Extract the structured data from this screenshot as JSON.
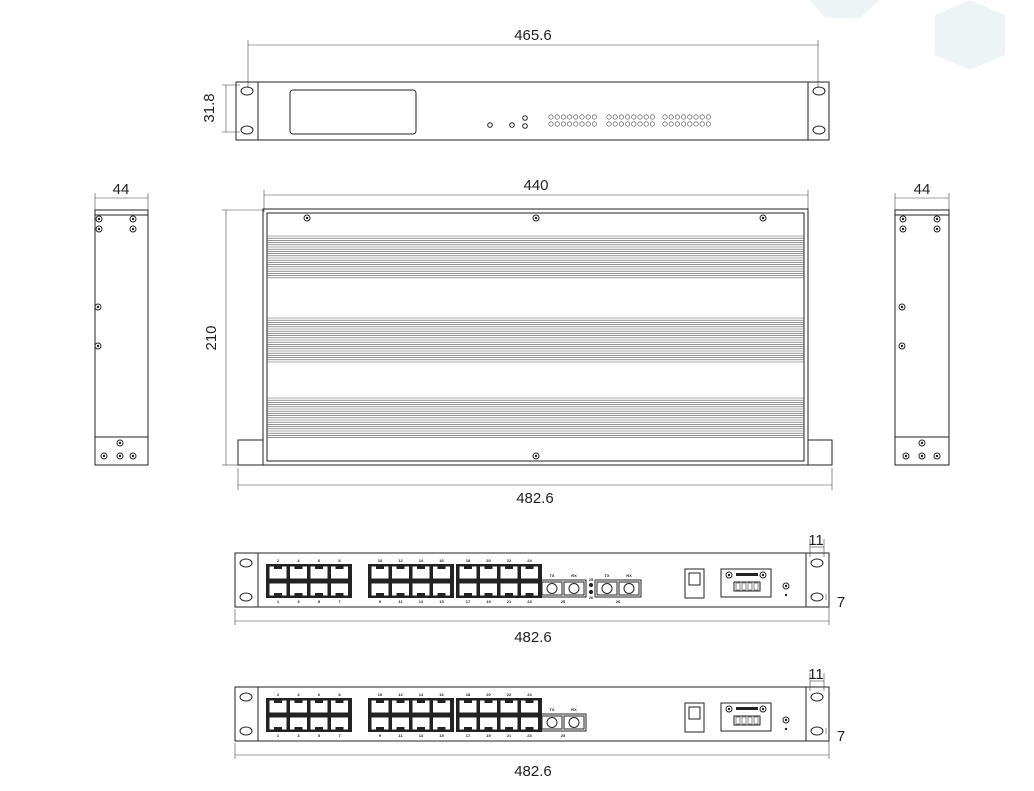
{
  "dimensions": {
    "top_width": "465.6",
    "top_height": "31.8",
    "side_left_width": "44",
    "body_width": "440",
    "side_right_width": "44",
    "body_depth": "210",
    "overall_width_top": "482.6",
    "rear1_width": "482.6",
    "rear1_ear_width": "11",
    "rear1_hole": "7",
    "rear2_width": "482.6",
    "rear2_ear_width": "11",
    "rear2_hole": "7"
  },
  "rear1": {
    "top_ports": [
      "2",
      "4",
      "6",
      "8",
      "10",
      "12",
      "14",
      "16",
      "18",
      "20",
      "22",
      "24"
    ],
    "bottom_ports": [
      "1",
      "3",
      "5",
      "7",
      "9",
      "11",
      "13",
      "15",
      "17",
      "19",
      "21",
      "23"
    ],
    "fiber": [
      {
        "tx": "TX",
        "rx": "RX",
        "label": "25"
      },
      {
        "tx": "TX",
        "rx": "RX",
        "label": "26"
      }
    ],
    "led_labels": [
      "25",
      "26"
    ]
  },
  "rear2": {
    "top_ports": [
      "2",
      "4",
      "6",
      "8",
      "10",
      "12",
      "14",
      "16",
      "18",
      "20",
      "22",
      "24"
    ],
    "bottom_ports": [
      "1",
      "3",
      "5",
      "7",
      "9",
      "11",
      "13",
      "15",
      "17",
      "19",
      "21",
      "23"
    ],
    "fiber": [
      {
        "tx": "TX",
        "rx": "RX",
        "label": "25"
      }
    ]
  },
  "colors": {
    "line": "#222222",
    "background_hex": "#eef4f6"
  }
}
